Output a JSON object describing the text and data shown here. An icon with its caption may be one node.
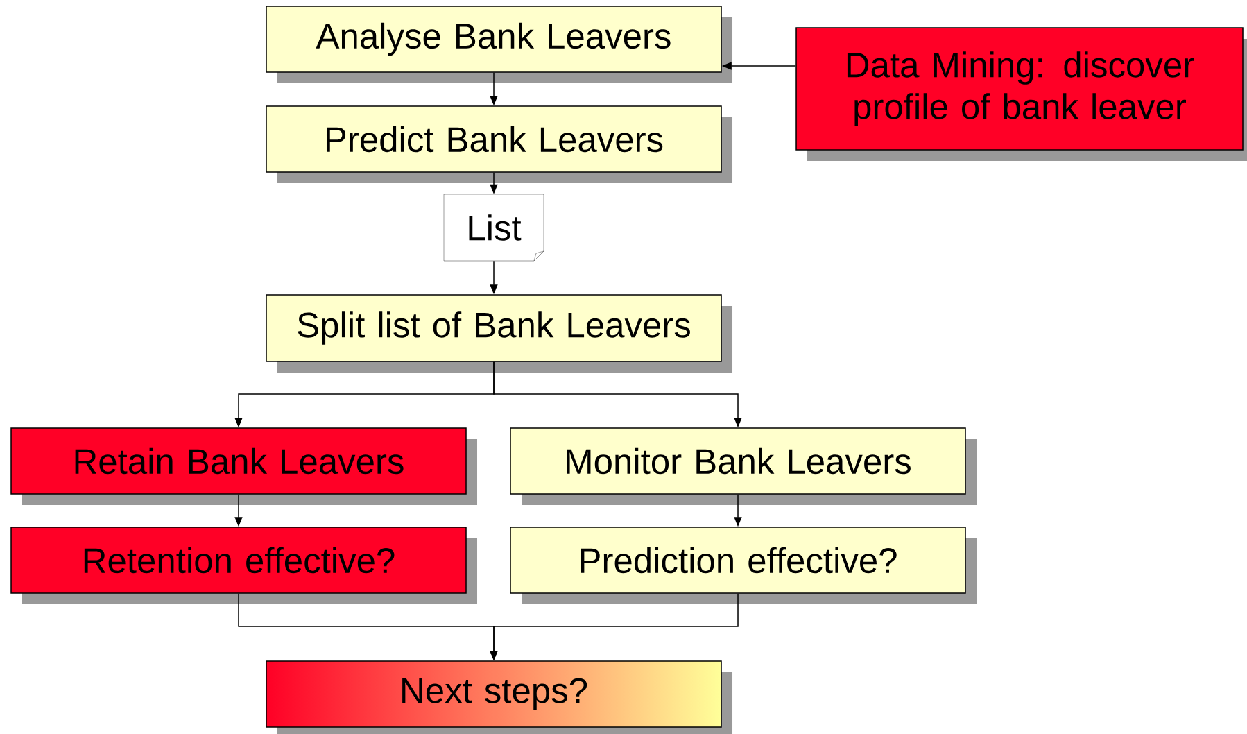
{
  "diagram": {
    "nodes": [
      {
        "text": [
          "Analyse Bank Leavers"
        ]
      },
      {
        "text": [
          "Predict Bank Leavers"
        ]
      },
      {
        "text": [
          "Data Mining: discover profile of bank leaver"
        ]
      },
      {
        "text": [
          "List"
        ]
      },
      {
        "text": [
          "Split list of Bank Leavers"
        ]
      },
      {
        "text": [
          "Retain Bank Leavers"
        ]
      },
      {
        "text": [
          "Monitor Bank Leavers"
        ]
      },
      {
        "text": [
          "Retention effective?"
        ]
      },
      {
        "text": [
          "Prediction effective?"
        ]
      },
      {
        "text": [
          "Next steps?"
        ]
      }
    ],
    "edges": [
      {
        "from": 0,
        "to": 1,
        "arrow": "to"
      },
      {
        "from": 2,
        "to": 0,
        "arrow": "to"
      },
      {
        "from": 1,
        "to": 3,
        "arrow": "to"
      },
      {
        "from": 3,
        "to": 4,
        "arrow": "to"
      },
      {
        "from": 4,
        "to": 5,
        "arrow": "to"
      },
      {
        "from": 4,
        "to": 6,
        "arrow": "to"
      },
      {
        "from": 5,
        "to": 7,
        "arrow": "to"
      },
      {
        "from": 6,
        "to": 8,
        "arrow": "to"
      },
      {
        "from": 7,
        "to": 9,
        "arrow": "to"
      },
      {
        "from": 8,
        "to": 9,
        "arrow": "to"
      }
    ]
  }
}
